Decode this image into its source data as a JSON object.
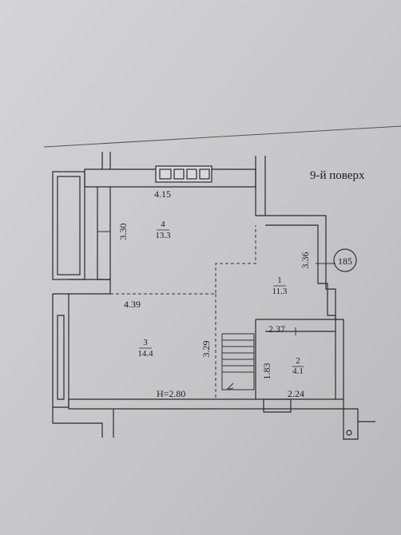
{
  "floor_label": "9-й поверх",
  "apartment_number": "185",
  "ceiling_height": "H=2.80",
  "rooms": [
    {
      "number": "1",
      "area": "11.3"
    },
    {
      "number": "2",
      "area": "4.1"
    },
    {
      "number": "3",
      "area": "14.4"
    },
    {
      "number": "4",
      "area": "13.3"
    }
  ],
  "dimensions": [
    "4.15",
    "3.30",
    "4.39",
    "3.29",
    "3.36",
    "2.37",
    "1.83",
    "2.24"
  ],
  "colors": {
    "paper": "#c9c9cb",
    "ink": "#2a2a2a"
  }
}
